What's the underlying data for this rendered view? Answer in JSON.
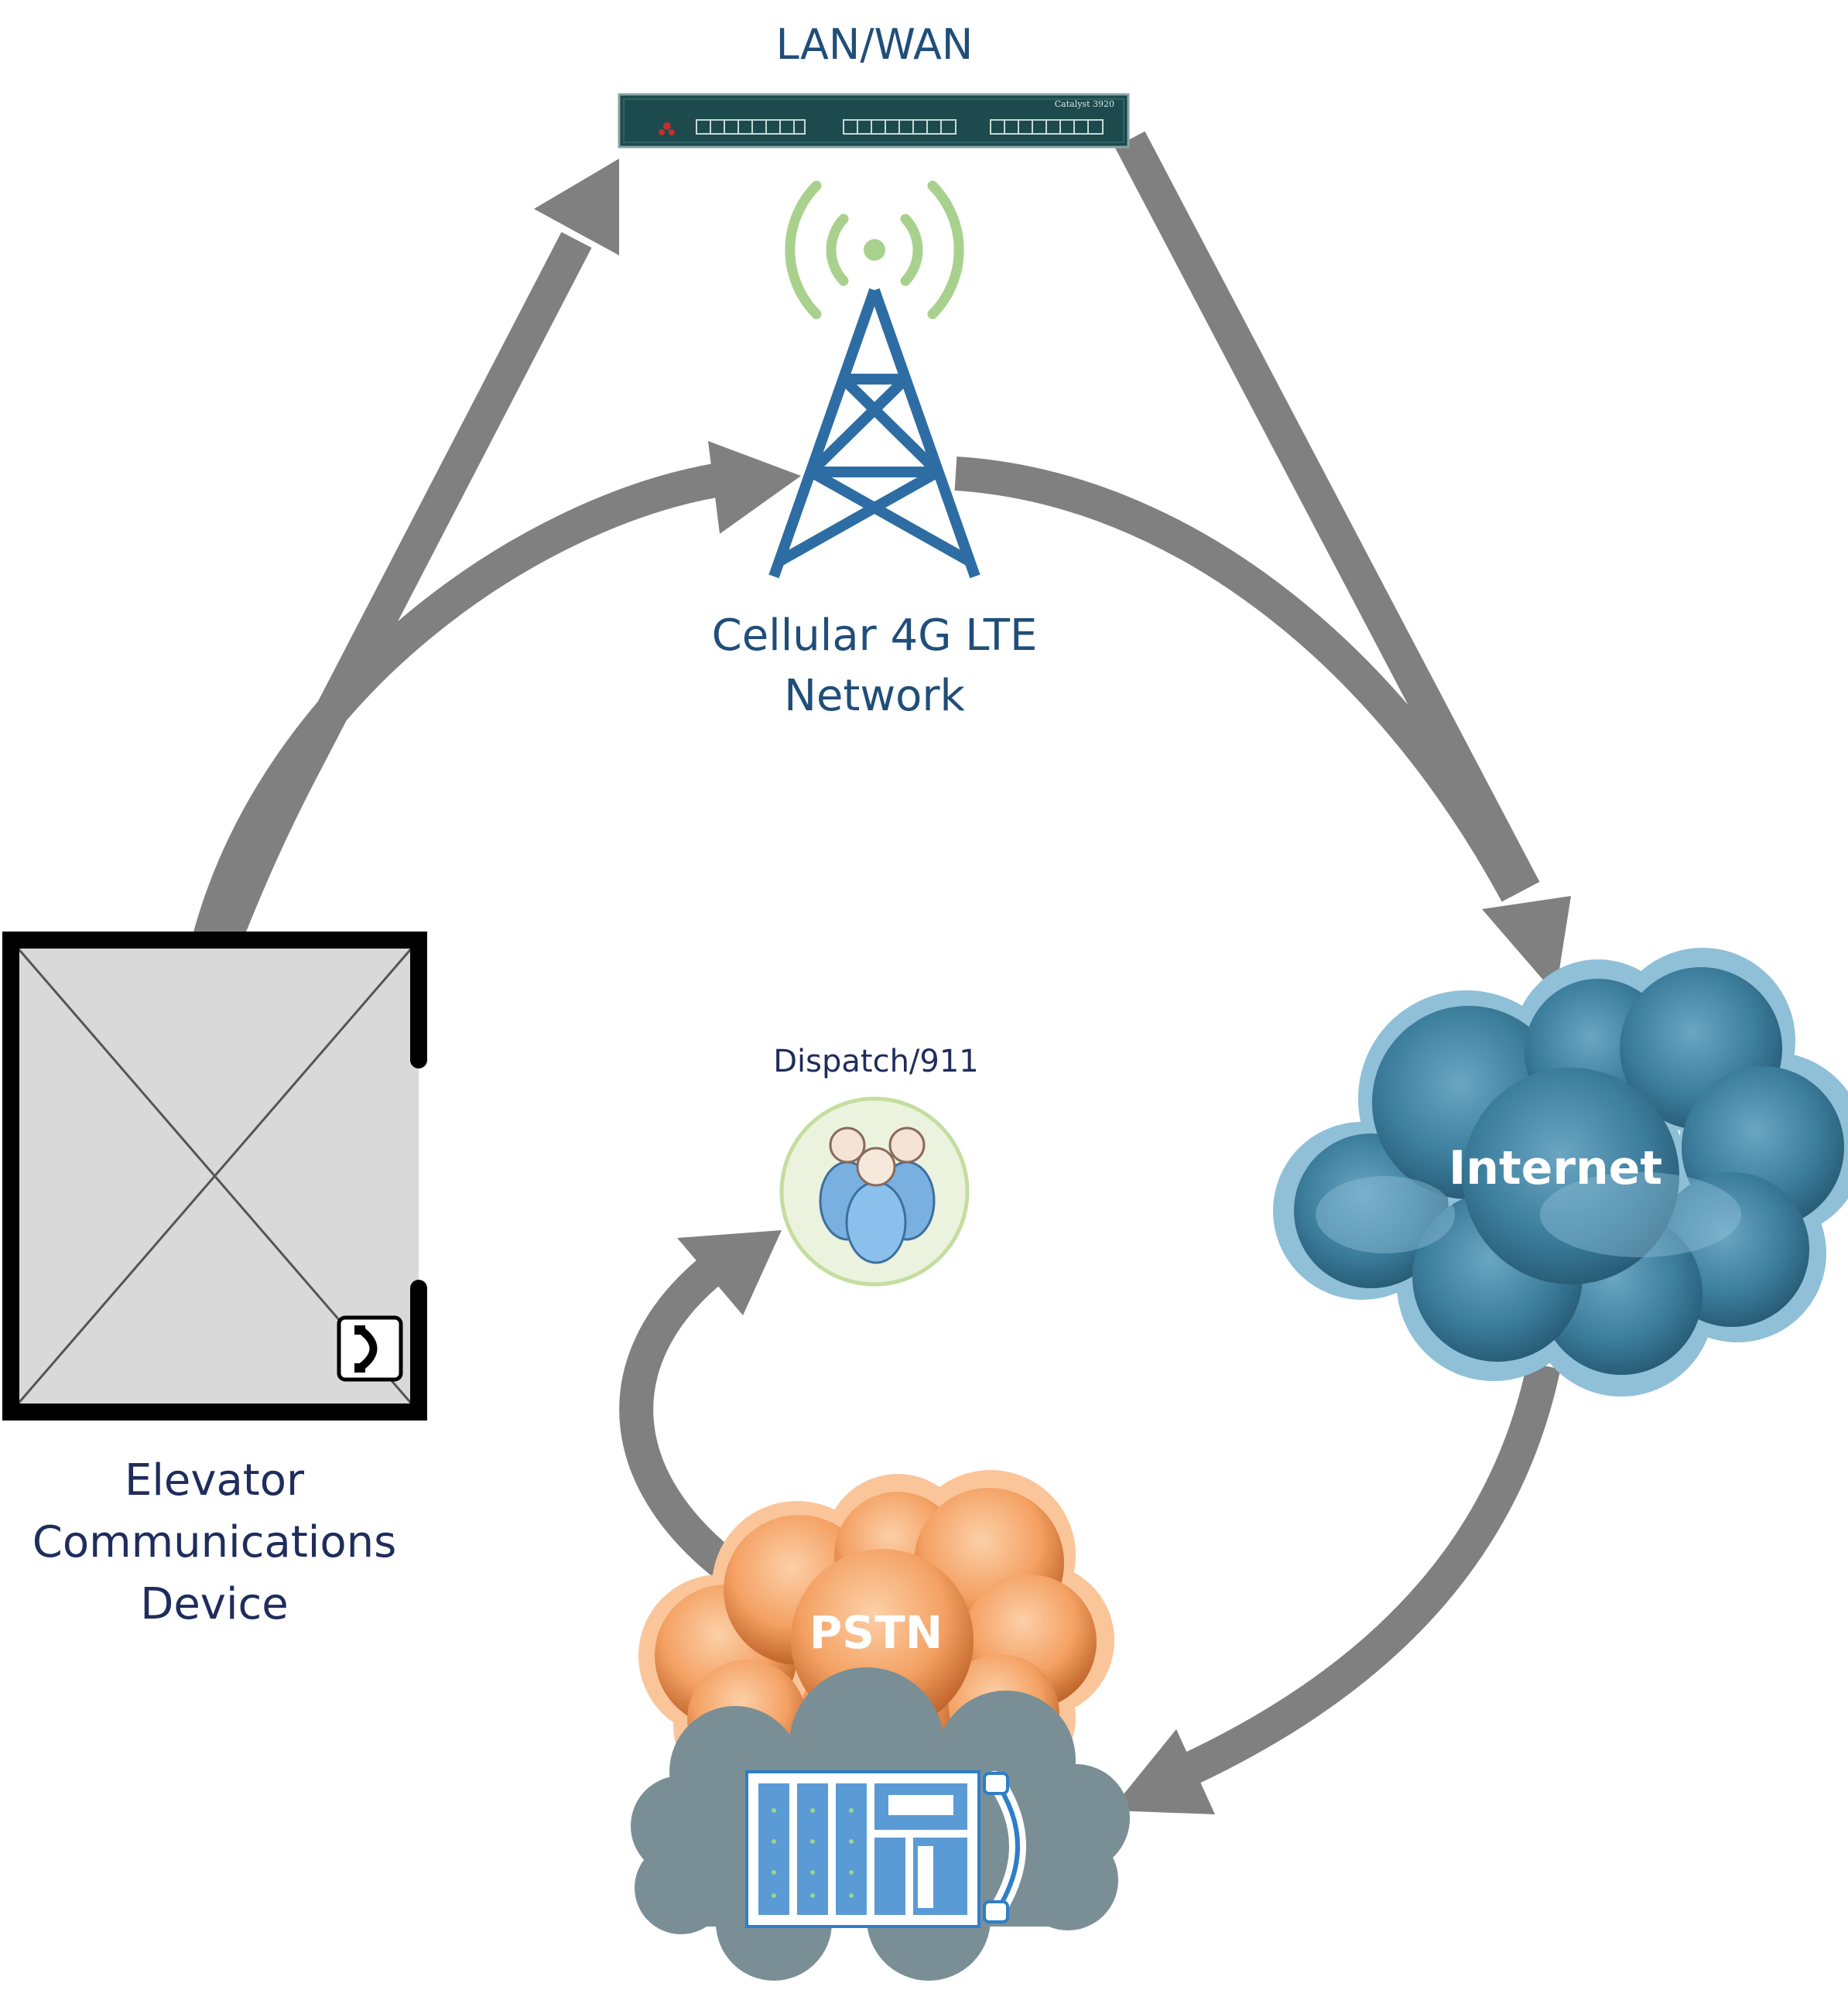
{
  "nodes": {
    "lan_wan": {
      "label": "LAN/WAN",
      "device_label": "Catalyst 3920"
    },
    "cellular": {
      "label_line1": "Cellular 4G LTE",
      "label_line2": "Network"
    },
    "dispatch": {
      "label": "Dispatch/911"
    },
    "internet": {
      "label": "Internet"
    },
    "pstn": {
      "label": "PSTN"
    },
    "elevator": {
      "label_line1": "Elevator",
      "label_line2": "Communications",
      "label_line3": "Device"
    }
  },
  "colors": {
    "arrow": "#808080",
    "navy_text": "#1f2d5c",
    "blue_text": "#1f4e79",
    "tower": "#2e6da4",
    "signal": "#a9d18e",
    "internet_cloud": "#3d7f9e",
    "pstn_cloud": "#f4a46a",
    "gray_cloud": "#7a8e96",
    "switch_body": "#1c4a4d"
  },
  "icons": [
    "network-switch-icon",
    "cell-tower-icon",
    "signal-waves-icon",
    "people-group-icon",
    "cloud-icon",
    "pbx-phone-icon",
    "phone-icon",
    "elevator-car-icon"
  ]
}
